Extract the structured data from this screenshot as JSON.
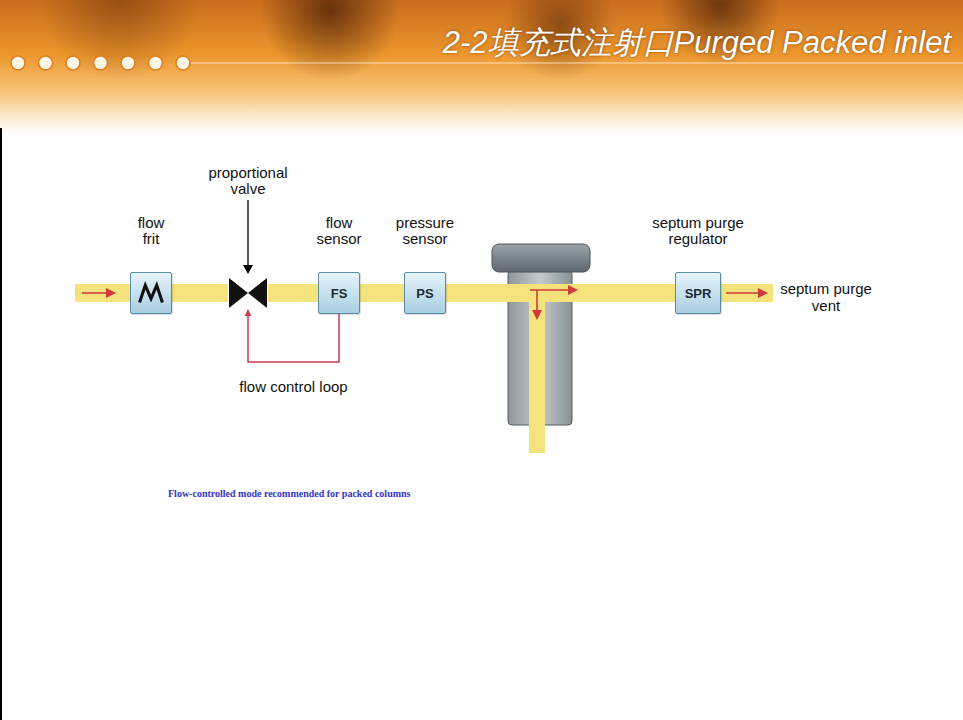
{
  "diagram": {
    "title": "2-2填充式注射口Purged Packed inlet",
    "nodes": [
      {
        "text": [
          "flow frit"
        ]
      },
      {
        "text": [
          "proportional valve"
        ]
      },
      {
        "text": [
          "flow sensor",
          "FS"
        ]
      },
      {
        "text": [
          "pressure sensor",
          "PS"
        ]
      },
      {
        "text": [
          "septum purge regulator",
          "SPR"
        ]
      }
    ],
    "edges": [
      {
        "from": 0,
        "to": 1,
        "arrow": "none"
      },
      {
        "from": 1,
        "to": 2,
        "arrow": "none"
      },
      {
        "from": 2,
        "to": 3,
        "arrow": "none"
      },
      {
        "from": 3,
        "to": 4,
        "arrow": "none"
      },
      {
        "from": 2,
        "to": 1,
        "arrow": "to",
        "label": "flow control loop"
      }
    ],
    "labels": [
      "septum purge vent",
      "Flow-controlled mode recommended for packed columns"
    ]
  }
}
